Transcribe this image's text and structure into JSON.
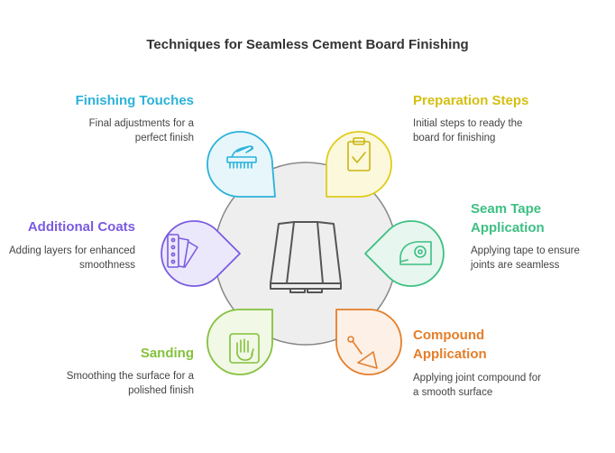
{
  "title": "Techniques for Seamless Cement Board Finishing",
  "colors": {
    "finishing": "#2bb2d9",
    "preparation": "#e0cc1a",
    "seam": "#3cbf82",
    "compound": "#e47e2a",
    "sanding": "#84c13c",
    "coats": "#7a5be0",
    "center_fill": "#eeeeee",
    "center_stroke": "#888888"
  },
  "steps": {
    "finishing": {
      "label": "Finishing Touches",
      "description": "Final adjustments for a perfect finish",
      "icon": "brush-hand-icon"
    },
    "preparation": {
      "label": "Preparation Steps",
      "description": "Initial steps to ready the board for finishing",
      "icon": "clipboard-check-icon"
    },
    "seam": {
      "label": "Seam Tape Application",
      "description": "Applying tape to ensure joints are seamless",
      "icon": "tape-dispenser-icon"
    },
    "compound": {
      "label": "Compound Application",
      "description": "Applying joint compound for a smooth surface",
      "icon": "trowel-icon"
    },
    "sanding": {
      "label": "Sanding",
      "description": "Smoothing the surface for a polished finish",
      "icon": "sanding-hand-icon"
    },
    "coats": {
      "label": "Additional Coats",
      "description": "Adding layers for enhanced smoothness",
      "icon": "color-swatch-icon"
    }
  },
  "center": {
    "icon": "cement-board-icon"
  }
}
